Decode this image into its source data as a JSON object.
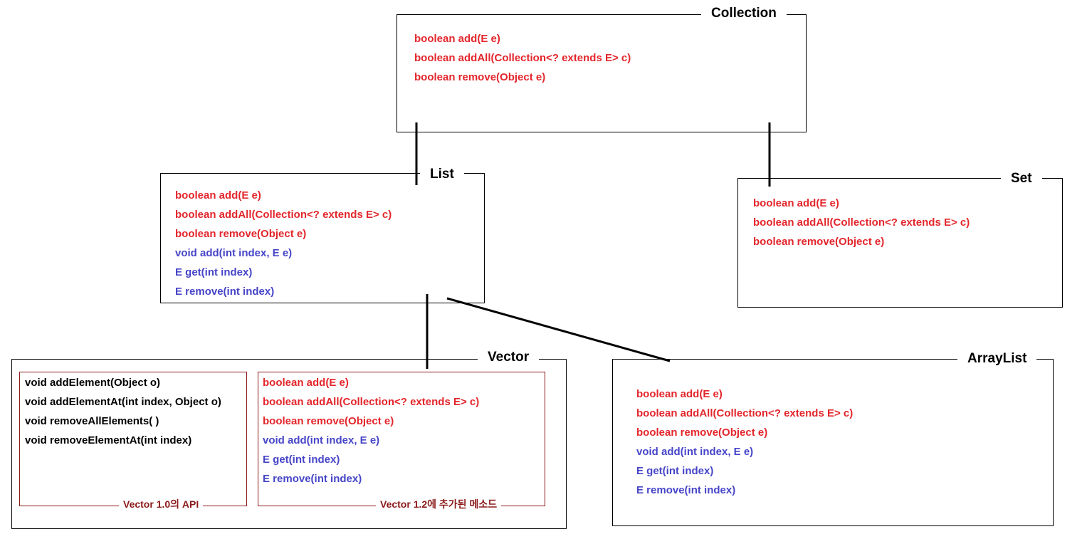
{
  "collection": {
    "title": "Collection",
    "methods": [
      {
        "text": "boolean add(E e)",
        "color": "red"
      },
      {
        "text": "boolean addAll(Collection<? extends E> c)",
        "color": "red"
      },
      {
        "text": "boolean remove(Object e)",
        "color": "red"
      }
    ]
  },
  "list": {
    "title": "List",
    "methods": [
      {
        "text": "boolean add(E e)",
        "color": "red"
      },
      {
        "text": "boolean addAll(Collection<? extends E> c)",
        "color": "red"
      },
      {
        "text": "boolean remove(Object e)",
        "color": "red"
      },
      {
        "text": "void add(int index, E e)",
        "color": "blue"
      },
      {
        "text": "E get(int index)",
        "color": "blue"
      },
      {
        "text": "E remove(int index)",
        "color": "blue"
      }
    ]
  },
  "set": {
    "title": "Set",
    "methods": [
      {
        "text": "boolean add(E e)",
        "color": "red"
      },
      {
        "text": "boolean addAll(Collection<? extends E> c)",
        "color": "red"
      },
      {
        "text": "boolean remove(Object e)",
        "color": "red"
      }
    ]
  },
  "vector": {
    "title": "Vector",
    "legacy": {
      "caption": "Vector 1.0의 API",
      "methods": [
        {
          "text": "void addElement(Object o)",
          "color": "black"
        },
        {
          "text": "void addElementAt(int index, Object o)",
          "color": "black"
        },
        {
          "text": "void removeAllElements( )",
          "color": "black"
        },
        {
          "text": "void removeElementAt(int index)",
          "color": "black"
        }
      ]
    },
    "added": {
      "caption": "Vector 1.2에 추가된 메소드",
      "methods": [
        {
          "text": "boolean add(E e)",
          "color": "red"
        },
        {
          "text": "boolean addAll(Collection<? extends E> c)",
          "color": "red"
        },
        {
          "text": "boolean remove(Object e)",
          "color": "red"
        },
        {
          "text": "void add(int index, E e)",
          "color": "blue"
        },
        {
          "text": "E get(int index)",
          "color": "blue"
        },
        {
          "text": "E remove(int index)",
          "color": "blue"
        }
      ]
    }
  },
  "arraylist": {
    "title": "ArrayList",
    "methods": [
      {
        "text": "boolean add(E e)",
        "color": "red"
      },
      {
        "text": "boolean addAll(Collection<? extends E> c)",
        "color": "red"
      },
      {
        "text": "boolean remove(Object e)",
        "color": "red"
      },
      {
        "text": "void add(int index, E e)",
        "color": "blue"
      },
      {
        "text": "E get(int index)",
        "color": "blue"
      },
      {
        "text": "E remove(int index)",
        "color": "blue"
      }
    ]
  },
  "colors": {
    "inherited_method": "#e3262c",
    "added_method": "#4645c8",
    "legacy_method": "#000000",
    "subbox_border": "#8b1a1a"
  }
}
